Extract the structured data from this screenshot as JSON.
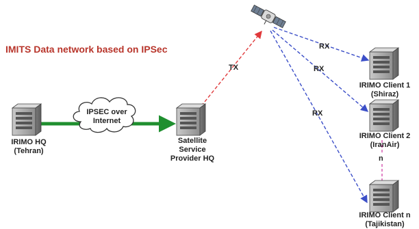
{
  "title": "IMITS Data network based on IPSec",
  "nodes": {
    "hq": {
      "line1": "IRIMO HQ",
      "line2": "(Tehran)"
    },
    "provider": {
      "line1": "Satellite",
      "line2": "Service",
      "line3": "Provider HQ"
    },
    "client1": {
      "line1": "IRIMO Client 1",
      "line2": "(Shiraz)"
    },
    "client2": {
      "line1": "IRIMO Client 2",
      "line2": "(IranAir)"
    },
    "clientn": {
      "line1": "IRIMO Client n",
      "line2": "(Tajikistan)"
    }
  },
  "cloud": {
    "line1": "IPSEC over",
    "line2": "Internet"
  },
  "links": {
    "tx": "TX",
    "rx1": "RX",
    "rx2": "RX",
    "rx3": "RX",
    "n": "n"
  },
  "colors": {
    "title": "#b8352b",
    "tx": "#e0393b",
    "rx": "#3c4fc8",
    "n": "#d44fae",
    "tunnel": "#1f8f2f"
  }
}
